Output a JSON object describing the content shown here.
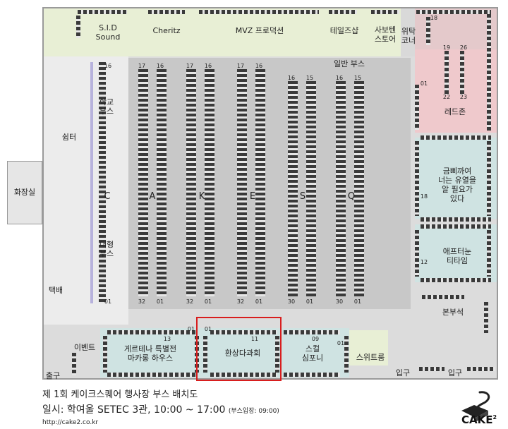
{
  "top_booths": [
    {
      "key": "sid",
      "label": "S.I.D\nSound"
    },
    {
      "key": "cheritz",
      "label": "Cheritz"
    },
    {
      "key": "mvz",
      "label": "MVZ 프로덕션"
    },
    {
      "key": "tales",
      "label": "테일즈샵"
    },
    {
      "key": "sabo",
      "label": "사보텐\n스토어"
    },
    {
      "key": "wit",
      "label": "위탁\n코너"
    }
  ],
  "zones": {
    "red_zone": "레드존",
    "blue1": "금삐까여\n너는 유열을\n알 필요가\n있다",
    "blue2": "애프터눈\n티타임",
    "main_booth": "본부석",
    "shelter": "쉼터",
    "toilet": "화장실",
    "delivery": "택배",
    "event": "이벤트",
    "exit": "출구",
    "entrance1": "입구",
    "entrance2": "입구",
    "school_booth": "학교\n부스",
    "large_booth": "대형\n부스",
    "general_booth": "일반 부스",
    "gerte": "게르테나 특별전\n마카롱 하우스",
    "hwansang": "환상다과회",
    "squirrel": "스컬\n심포니",
    "suite": "스위트룸"
  },
  "rows": [
    "C",
    "A",
    "K",
    "E",
    "S",
    "Q"
  ],
  "numbers": {
    "c_top": "16",
    "c_bot": "01",
    "a_top_l": "17",
    "a_top_r": "16",
    "a_bot_l": "32",
    "a_bot_r": "01",
    "k_top_l": "17",
    "k_top_r": "16",
    "k_bot_l": "32",
    "k_bot_r": "01",
    "e_top_l": "17",
    "e_top_r": "16",
    "e_bot_l": "32",
    "e_bot_r": "01",
    "s_top_l": "16",
    "s_top_r": "15",
    "s_bot_l": "30",
    "s_bot_r": "01",
    "q_top_l": "16",
    "q_top_r": "15",
    "q_bot_l": "30",
    "q_bot_r": "01",
    "tr_18": "18",
    "tr_19": "19",
    "tr_26": "26",
    "tr_22": "22",
    "tr_23": "23",
    "red_01": "01",
    "blue_18": "18",
    "blue_12": "12",
    "g_13": "13",
    "g_01": "01",
    "h_01": "01",
    "h_11": "11",
    "h_09": "09",
    "sq_01": "01"
  },
  "footer": {
    "title": "제 1회 케이크스퀘어 행사장 부스 배치도",
    "info": "일시: 학여울 SETEC 3관, 10:00 ~ 17:00",
    "info_small": "(부스입장: 09:00)",
    "url": "http://cake2.co.kr",
    "logo": "CAKE",
    "logo_sup": "2"
  }
}
